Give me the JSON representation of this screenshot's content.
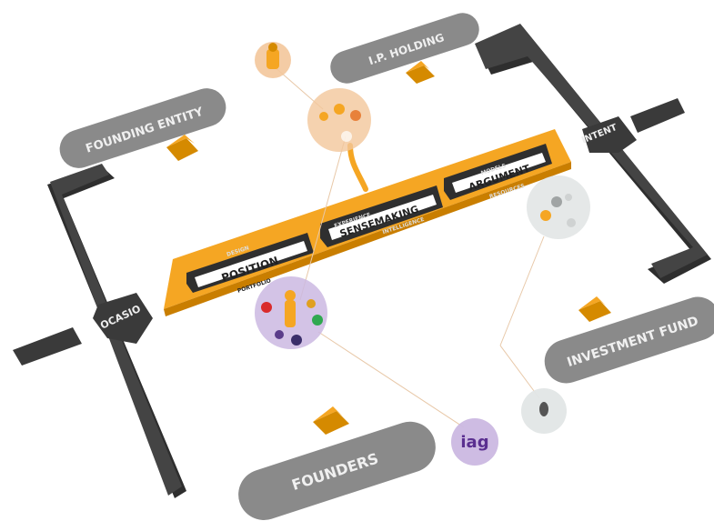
{
  "labels": {
    "founding_entity": "FOUNDING ENTITY",
    "ip_holding": "I.P. HOLDING",
    "intent": "INTENT",
    "ocasio": "OCASIO",
    "investment_fund": "INVESTMENT FUND",
    "founders": "FOUNDERS"
  },
  "modules": {
    "position": {
      "title": "POSITION",
      "top": "DESIGN",
      "bottom": "PORTFOLIO"
    },
    "sensemaking": {
      "title": "SENSEMAKING",
      "top": "EXPERIENCE",
      "bottom": "INTELLIGENCE"
    },
    "argument": {
      "title": "ARGUMENT",
      "top": "MODELS",
      "bottom": "RESOURCES"
    }
  },
  "logo": {
    "text": "iag"
  },
  "colors": {
    "accent": "#f5a623",
    "bracket": "#3a3a3a",
    "pill": "#8a8a8a",
    "purple": "#6a3fa0",
    "orange_bubble": "#f3c79b",
    "purple_bubble": "#cbb8e2",
    "grey_bubble": "#e2e6e6"
  }
}
